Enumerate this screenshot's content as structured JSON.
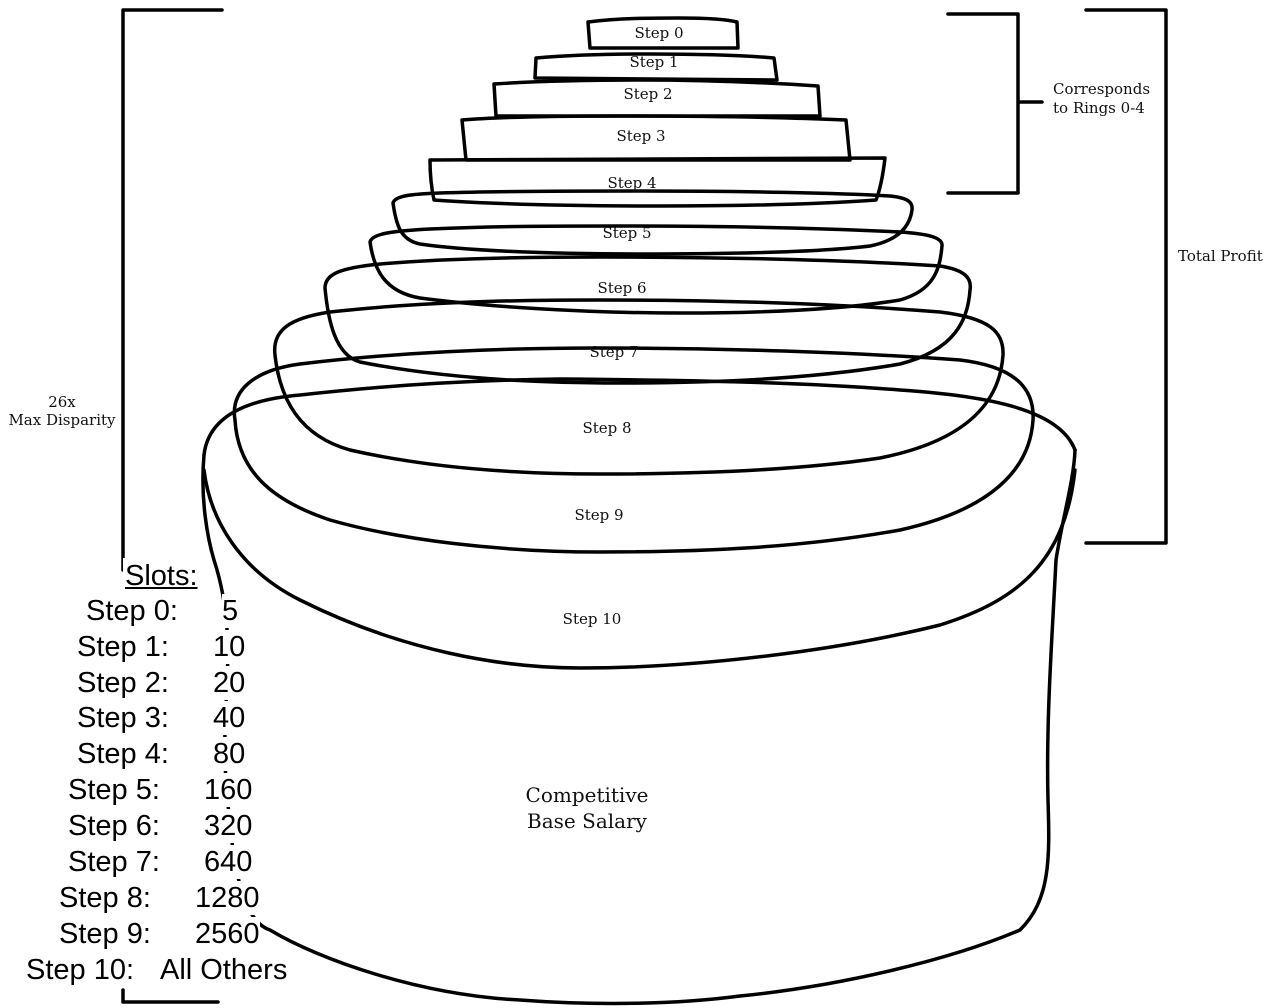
{
  "layers": [
    {
      "label": "Step 0"
    },
    {
      "label": "Step 1"
    },
    {
      "label": "Step 2"
    },
    {
      "label": "Step 3"
    },
    {
      "label": "Step 4"
    },
    {
      "label": "Step 5"
    },
    {
      "label": "Step 6"
    },
    {
      "label": "Step 7"
    },
    {
      "label": "Step 8"
    },
    {
      "label": "Step 9"
    },
    {
      "label": "Step 10"
    }
  ],
  "base": {
    "line1": "Competitive",
    "line2": "Base Salary"
  },
  "brackets": {
    "left": {
      "line1": "26x",
      "line2": "Max Disparity"
    },
    "rings": {
      "line1": "Corresponds",
      "line2": "to Rings 0-4"
    },
    "total": {
      "label": "Total Profit"
    }
  },
  "slots": {
    "title": "Slots:",
    "rows": [
      {
        "step": "Step 0:",
        "count": "5"
      },
      {
        "step": "Step 1:",
        "count": "10"
      },
      {
        "step": "Step 2:",
        "count": "20"
      },
      {
        "step": "Step 3:",
        "count": "40"
      },
      {
        "step": "Step 4:",
        "count": "80"
      },
      {
        "step": "Step 5:",
        "count": "160"
      },
      {
        "step": "Step 6:",
        "count": "320"
      },
      {
        "step": "Step 7:",
        "count": "640"
      },
      {
        "step": "Step 8:",
        "count": "1280"
      },
      {
        "step": "Step 9:",
        "count": "2560"
      },
      {
        "step": "Step 10:",
        "count": "All Others"
      }
    ]
  }
}
